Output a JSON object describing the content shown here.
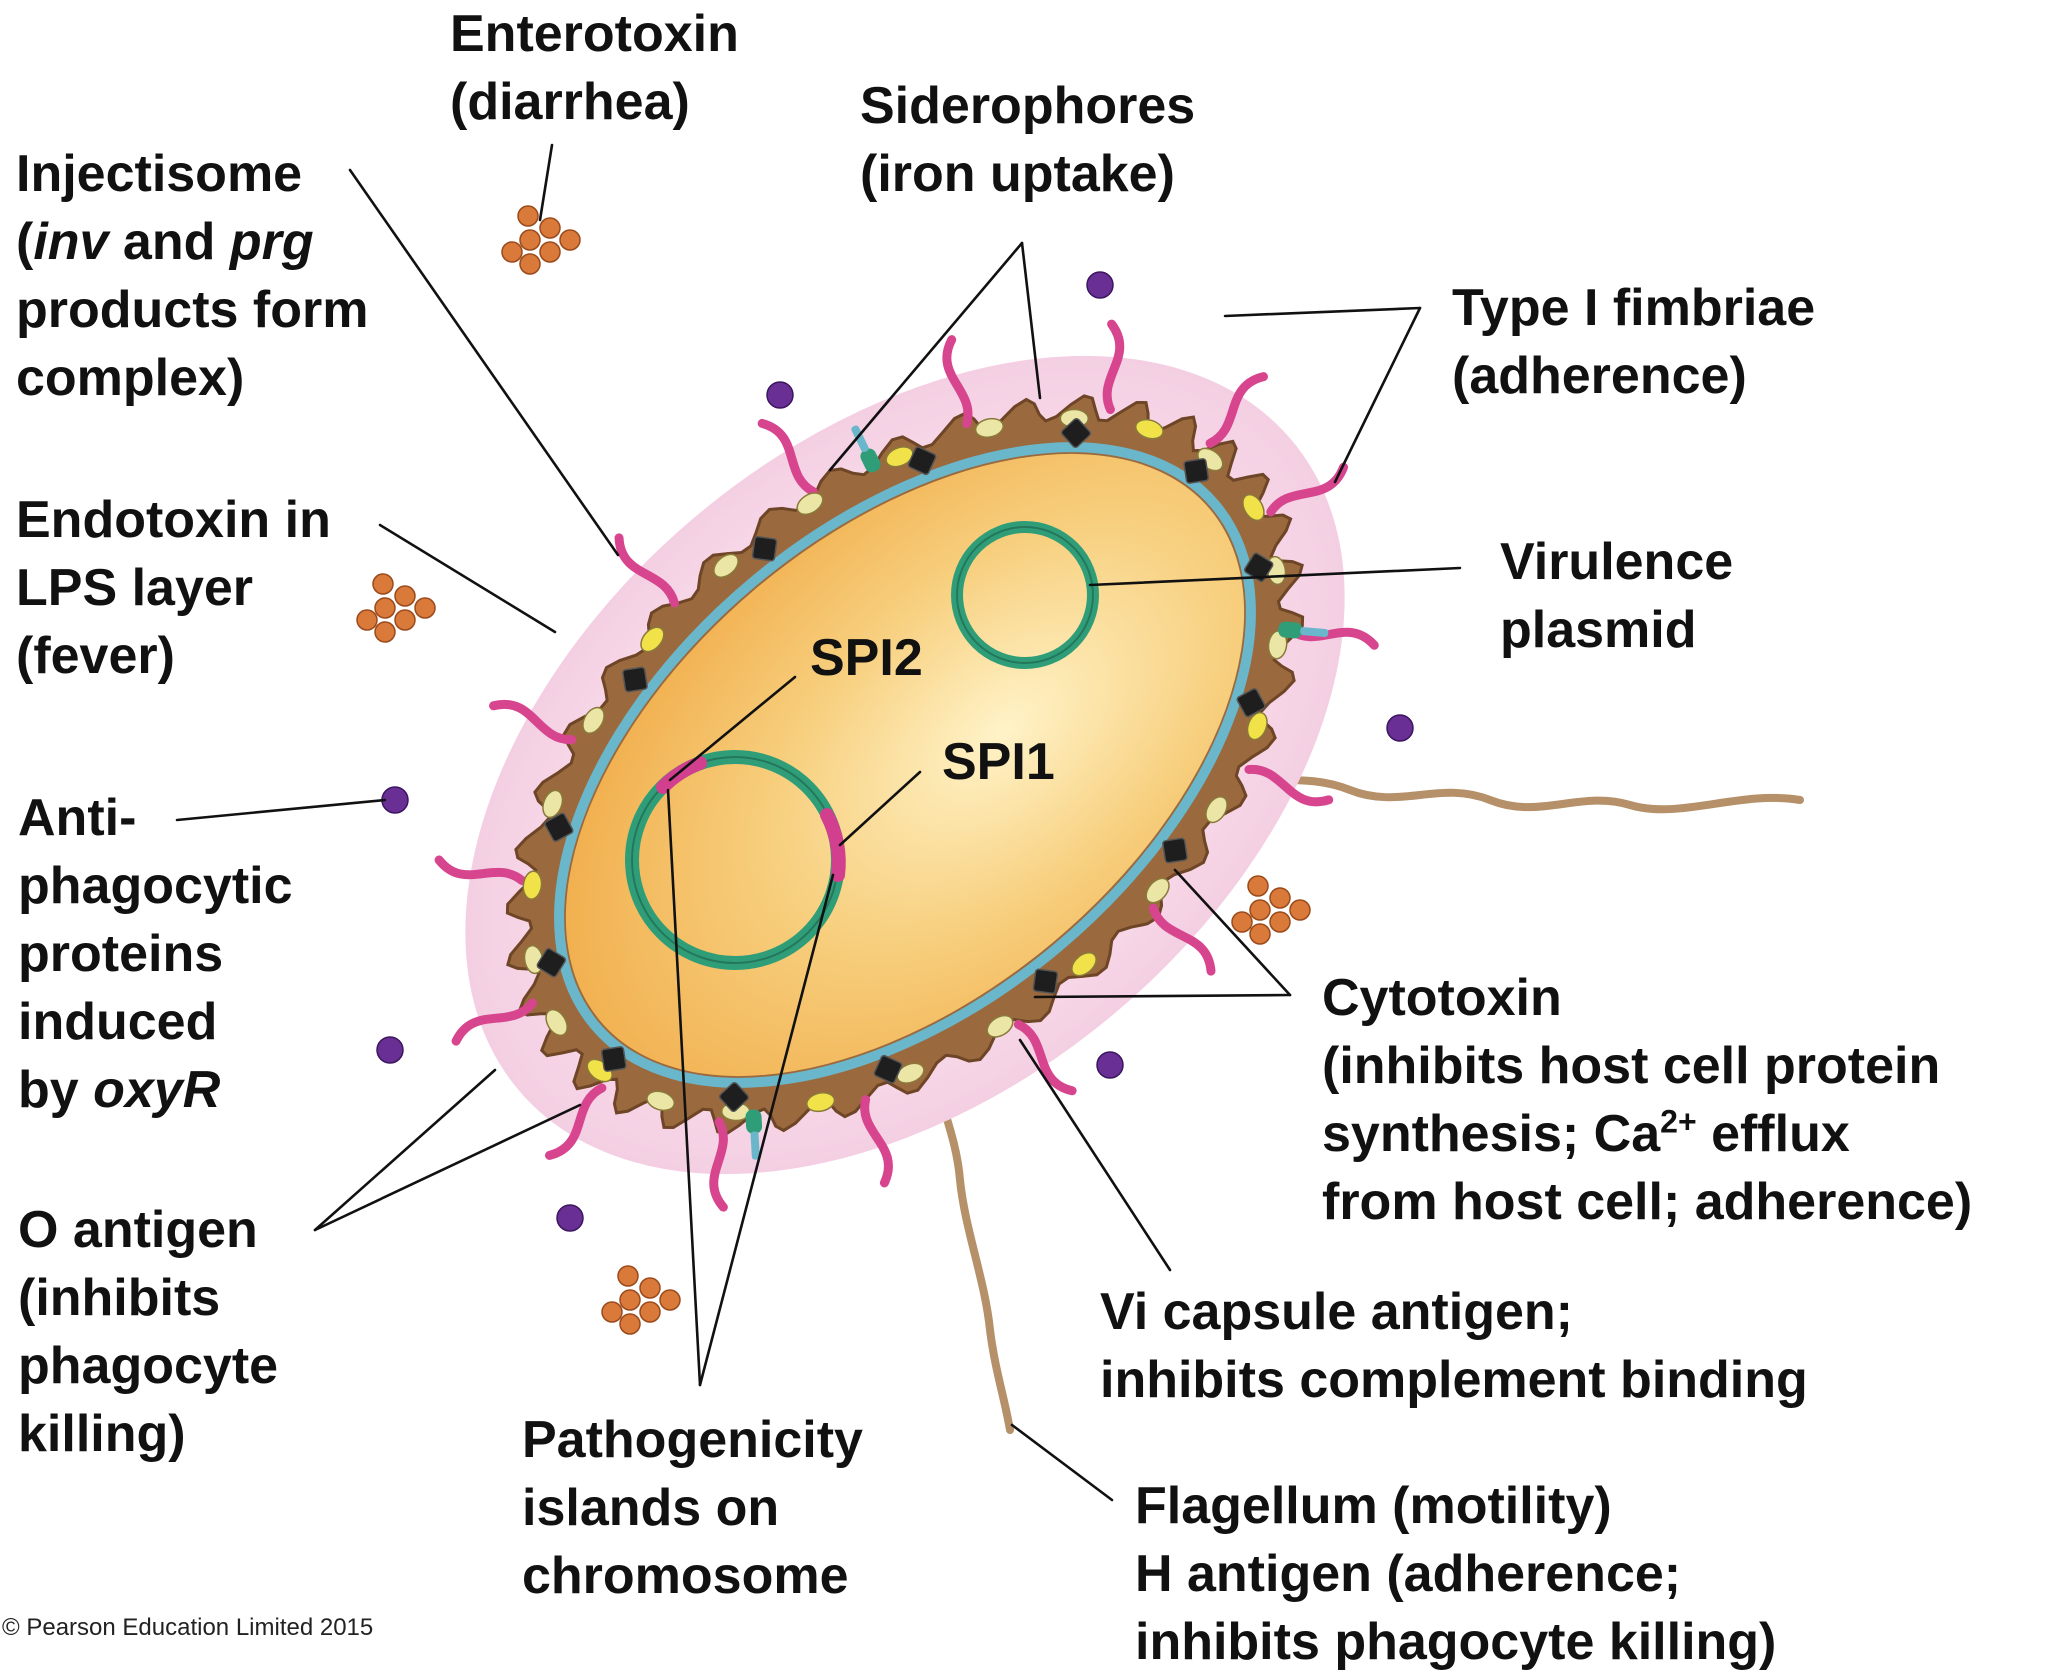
{
  "labels": {
    "enterotoxin": [
      "Enterotoxin",
      "(diarrhea)"
    ],
    "injectisome": {
      "l1": "Injectisome",
      "l2_open": "(",
      "l2_inv": "inv",
      "l2_and": " and ",
      "l2_prg": "prg",
      "l3": "products form",
      "l4": "complex)"
    },
    "siderophores": [
      "Siderophores",
      "(iron uptake)"
    ],
    "fimbriae": [
      "Type I fimbriae",
      "(adherence)"
    ],
    "endotoxin": [
      "Endotoxin in",
      "LPS layer",
      "(fever)"
    ],
    "plasmid": [
      "Virulence",
      "plasmid"
    ],
    "spi2": "SPI2",
    "spi1": "SPI1",
    "antiphago": {
      "l1": "Anti-",
      "l2": "phagocytic",
      "l3": "proteins",
      "l4": "induced",
      "l5_by": "by ",
      "l5_gene": "oxyR"
    },
    "cytotoxin": {
      "l1": "Cytotoxin",
      "l2": "(inhibits host cell protein",
      "l3_a": "synthesis; Ca",
      "l3_sup": "2+",
      "l3_b": " efflux",
      "l4": "from host cell; adherence)"
    },
    "oantigen": [
      "O antigen",
      "(inhibits",
      "phagocyte",
      "killing)"
    ],
    "vi": [
      "Vi capsule antigen;",
      "inhibits complement binding"
    ],
    "patho": [
      "Pathogenicity",
      "islands on",
      "chromosome"
    ],
    "flagellum": [
      "Flagellum (motility)",
      "H antigen (adherence;",
      "inhibits phagocyte killing)"
    ]
  },
  "copyright": "© Pearson Education Limited 2015",
  "colors": {
    "capsule": "#f2c6dd",
    "wall": "#9a6a3e",
    "membrane": "#6ab7cc",
    "cytoplasm": "#f0a640",
    "cytoplasm_light": "#fff3c8",
    "ring": "#2f9e78",
    "island": "#d13f8e",
    "fimbria": "#d8458f",
    "enterotoxin": "#d9793a",
    "antiphagocytic": "#6a2f94",
    "oantigen": "#ece6a6",
    "cytotoxin": "#f2e24a",
    "siderophore": "#1e1e1e",
    "flagellum": "#b59068"
  }
}
